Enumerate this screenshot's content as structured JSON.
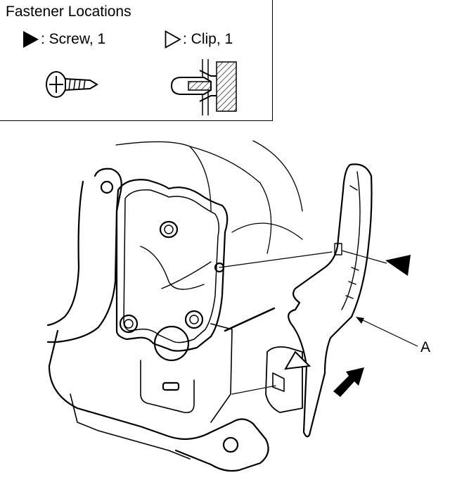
{
  "legend": {
    "title": "Fastener Locations",
    "screw_label": ": Screw, 1",
    "clip_label": ": Clip, 1"
  },
  "callouts": {
    "part_a": "A"
  },
  "icons": [
    "screw-symbol-icon",
    "clip-symbol-icon",
    "screw-icon",
    "clip-icon",
    "arrow-icon"
  ],
  "colors": {
    "ink": "#000000",
    "background": "#ffffff"
  }
}
